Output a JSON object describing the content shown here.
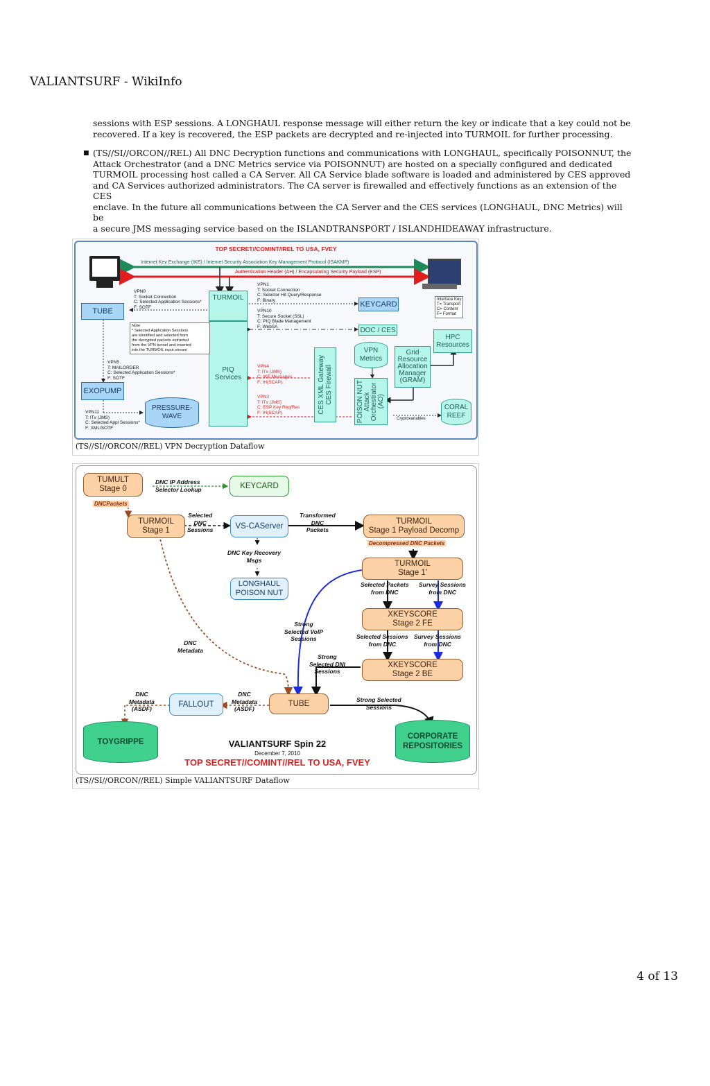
{
  "header": {
    "title": "VALIANTSURF - WikiInfo"
  },
  "body": {
    "para1_line1": "sessions with ESP sessions. A LONGHAUL response message will either return the key or indicate that a key could not be",
    "para1_line2": "recovered. If a key is recovered, the ESP packets are decrypted and re-injected into TURMOIL for further processing.",
    "para2_lines": [
      "(TS//SI//ORCON//REL) All DNC Decryption functions and communications with LONGHAUL, specifically POISONNUT, the",
      "Attack Orchestrator (and a DNC Metrics service via POISONNUT) are hosted on a specially configured and dedicated",
      "TURMOIL processing host called a CA Server. All CA Service blade software is loaded and administered by CES approved",
      "and CA Services authorized administrators. The CA server is firewalled and effectively functions as an extension of the CES",
      "enclave. In the future all communications between the CA Server and the CES services (LONGHAUL, DNC Metrics) will be",
      "a secure JMS messaging service based on the ISLANDTRANSPORT / ISLANDHIDEAWAY infrastructure."
    ],
    "bullet": "■"
  },
  "figure1": {
    "caption": "(TS//SI//ORCON//REL) VPN Decryption Dataflow",
    "classification": "TOP SECRET//COMINT//REL TO USA, FVEY",
    "ike_label": "Internet Key Exchange (IKE) / Internet Security Association Key Management Protocol (ISAKMP)",
    "ah_label": "Authentication Header (AH) / Encapsulating Security Payload (ESP)",
    "tube": "TUBE",
    "exopump": "EXOPUMP",
    "turmoil": "TURMOIL",
    "piq": "PIQ\nServices",
    "keycard": "KEYCARD",
    "doc_ces": "DOC / CES",
    "hpc": "HPC\nResources",
    "vpn_metrics": "VPN\nMetrics",
    "gram": "Grid\nResource\nAllocation\nManager\n(GRAM)",
    "ces_xml": "CES XML Gateway\nCES Firewall",
    "poison": "POISON NUT\nAttack\nOrchestrator\n(AO)",
    "coral": "CORAL\nREEF",
    "pressure": "PRESSURE-\nWAVE",
    "cryptovariables": "Cryptovariables",
    "interface_key": "Interface Key\nT= Transport\nC= Content\nF= Format",
    "vpn0": "VPN0\nT: Socket Connection\nC: Selected Application Sessions*\nF: SOTF",
    "vpn1": "VPN1\nT: Socket Connection\nC: Selector Hit Query/Response\nF: Binary",
    "vpn10": "VPN10\nT: Secure Socket (SSL)\nC: PIQ Blade Management\nF: WebSA",
    "vpn4": "VPN4\nT: ITx (JMS)\nC: IKE Messages\nF: IH(SCAP)",
    "vpn3": "VPN3\nT: ITx (JMS)\nC: ESP Key Req/Res\nF: IH(SCAP)",
    "vpn5": "VPN5\nT: MAILORDER\nC: Selected Application Sessions*\nF: SOTF",
    "vpn11": "VPN11\nT: ITx (JMS)\nC: Selected Appl Sessions*\nF: XML/SOTF",
    "note": "Note\n* Selected Application Sessions\nare identified and selected from\nthe decrypted packets extracted\nfrom the VPN tunnel and inserted\ninto the TURMOIL input stream"
  },
  "figure2": {
    "caption": "(TS//SI//ORCON//REL) Simple VALIANTSURF Dataflow",
    "title": "VALIANTSURF Spin 22",
    "date": "December 7, 2010",
    "classification": "TOP SECRET//COMINT//REL TO USA, FVEY",
    "tumult": "TUMULT\nStage 0",
    "dnc_packets": "DNCPackets",
    "keycard": "KEYCARD",
    "dnc_ip": "DNC IP Address\nSelector Lookup",
    "turmoil1": "TURMOIL\nStage 1",
    "sel_dnc": "Selected\nDNC\nSessions",
    "vs_ca": "VS-CAServer",
    "transformed": "Transformed\nDNC\nPackets",
    "turmoil_decomp": "TURMOIL\nStage 1 Payload Decomp",
    "decompressed": "Decompressed DNC Packets",
    "turmoil1p": "TURMOIL\nStage 1'",
    "key_recovery": "DNC Key Recovery\nMsgs",
    "longhaul": "LONGHAUL\nPOISON NUT",
    "sel_packets": "Selected Packets\nfrom DNC",
    "survey1": "Survey Sessions\nfrom DNC",
    "xks_fe": "XKEYSCORE\nStage 2 FE",
    "sel_sessions": "Selected Sessions\nfrom DNC",
    "survey2": "Survey Sessions\nfrom DNC",
    "strong_voip": "Strong\nSelected VoIP\nSessions",
    "strong_dni": "Strong\nSelected DNI\nSessions",
    "xks_be": "XKEYSCORE\nStage 2 BE",
    "dnc_metadata": "DNC\nMetadata",
    "tube": "TUBE",
    "fallout": "FALLOUT",
    "dnc_meta_asdf1": "DNC\nMetadata\n(ASDF)",
    "dnc_meta_asdf2": "DNC\nMetadata\n(ASDF)",
    "strong_sel": "Strong Selected\nSessions",
    "toygripe": "TOYGRIPPE",
    "corporate": "CORPORATE\nREPOSITORIES"
  },
  "footer": {
    "page": "4 of 13"
  }
}
